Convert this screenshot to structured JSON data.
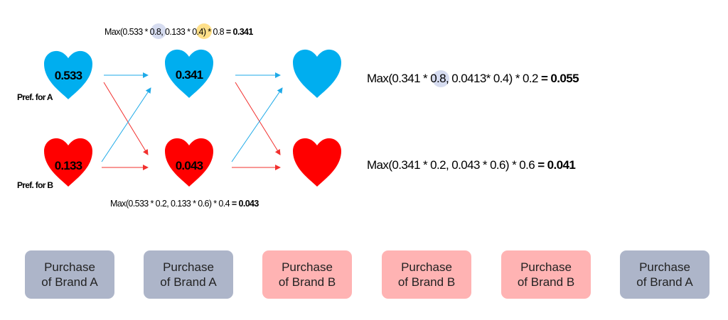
{
  "colors": {
    "heart_a": "#00AEEF",
    "heart_b": "#FF0000",
    "arrow_a": "#1EAAE8",
    "arrow_b": "#F2302E",
    "highlight_blue": "#D6DCF0",
    "highlight_yellow": "#FFE08A",
    "box_a": "#ADB5C9",
    "box_b": "#FFB3B3"
  },
  "states": {
    "a_label": "Pref. for A",
    "b_label": "Pref. for B"
  },
  "hearts": {
    "a1": "0.533",
    "b1": "0.133",
    "a2": "0.341",
    "b2": "0.043",
    "a3": "",
    "b3": ""
  },
  "formulas": {
    "top": {
      "p1": "Max(0.533 * ",
      "h1": "0.8",
      "p2": ", 0.133 * ",
      "h2": "0.4",
      "p3": ") * 0.8 ",
      "result": "= 0.341"
    },
    "bottom": {
      "p1": "Max(0.533 * 0.2, 0.133 * 0.6) * 0.4 ",
      "result": "= 0.043"
    },
    "right_top": {
      "p1": "Max(0.341 * ",
      "h1": "0.8",
      "p2": ", 0.0413* 0.4) * 0.2 ",
      "result": "= 0.055"
    },
    "right_bottom": {
      "p1": "Max(0.341 * 0.2, 0.043 * 0.6) * 0.6 ",
      "result": "= 0.041"
    }
  },
  "observations": [
    {
      "line1": "Purchase",
      "line2": "of Brand A",
      "brand": "A"
    },
    {
      "line1": "Purchase",
      "line2": "of Brand A",
      "brand": "A"
    },
    {
      "line1": "Purchase",
      "line2": "of Brand B",
      "brand": "B"
    },
    {
      "line1": "Purchase",
      "line2": "of Brand B",
      "brand": "B"
    },
    {
      "line1": "Purchase",
      "line2": "of Brand B",
      "brand": "B"
    },
    {
      "line1": "Purchase",
      "line2": "of Brand A",
      "brand": "A"
    }
  ]
}
